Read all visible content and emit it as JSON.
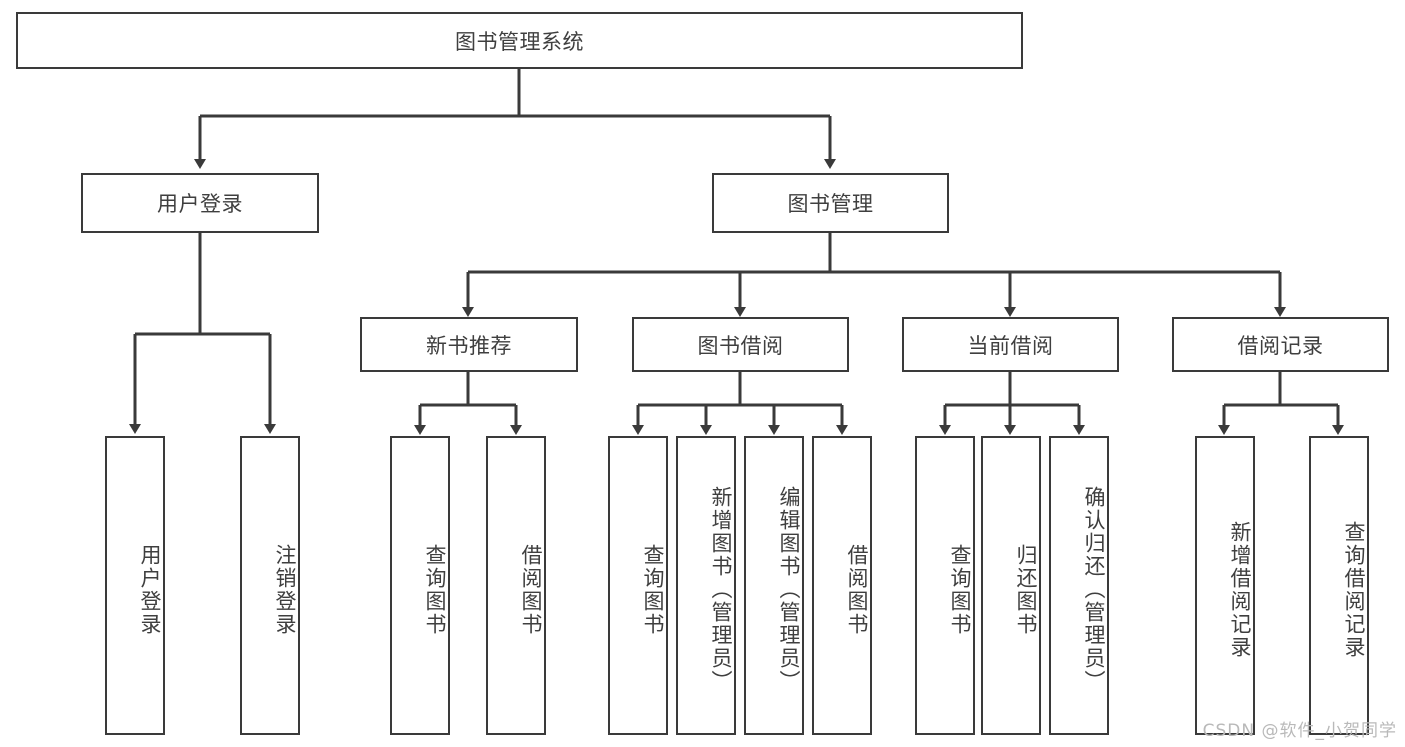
{
  "diagram": {
    "title": "图书管理系统",
    "watermark": "CSDN @软件_小贺同学",
    "line_color": "#3a3a3a",
    "box_fill": "#ffffff",
    "text_color": "#3f3f3f",
    "nodes": {
      "root": "图书管理系统",
      "level1": {
        "user_login": "用户登录",
        "book_management": "图书管理"
      },
      "level2": {
        "new_book_recommend": "新书推荐",
        "book_borrow": "图书借阅",
        "current_borrow": "当前借阅",
        "borrow_record": "借阅记录"
      },
      "leaves": {
        "user_login_do": "用户登录",
        "user_logout": "注销登录",
        "recommend_query_book": "查询图书",
        "recommend_borrow_book": "借阅图书",
        "borrow_query_book": "查询图书",
        "borrow_add_book": "新增图书（管理员）",
        "borrow_edit_book": "编辑图书（管理员）",
        "borrow_borrow_book": "借阅图书",
        "current_query_book": "查询图书",
        "current_return_book": "归还图书",
        "current_confirm_return": "确认归还（管理员）",
        "record_add_record": "新增借阅记录",
        "record_query_record": "查询借阅记录"
      }
    }
  }
}
